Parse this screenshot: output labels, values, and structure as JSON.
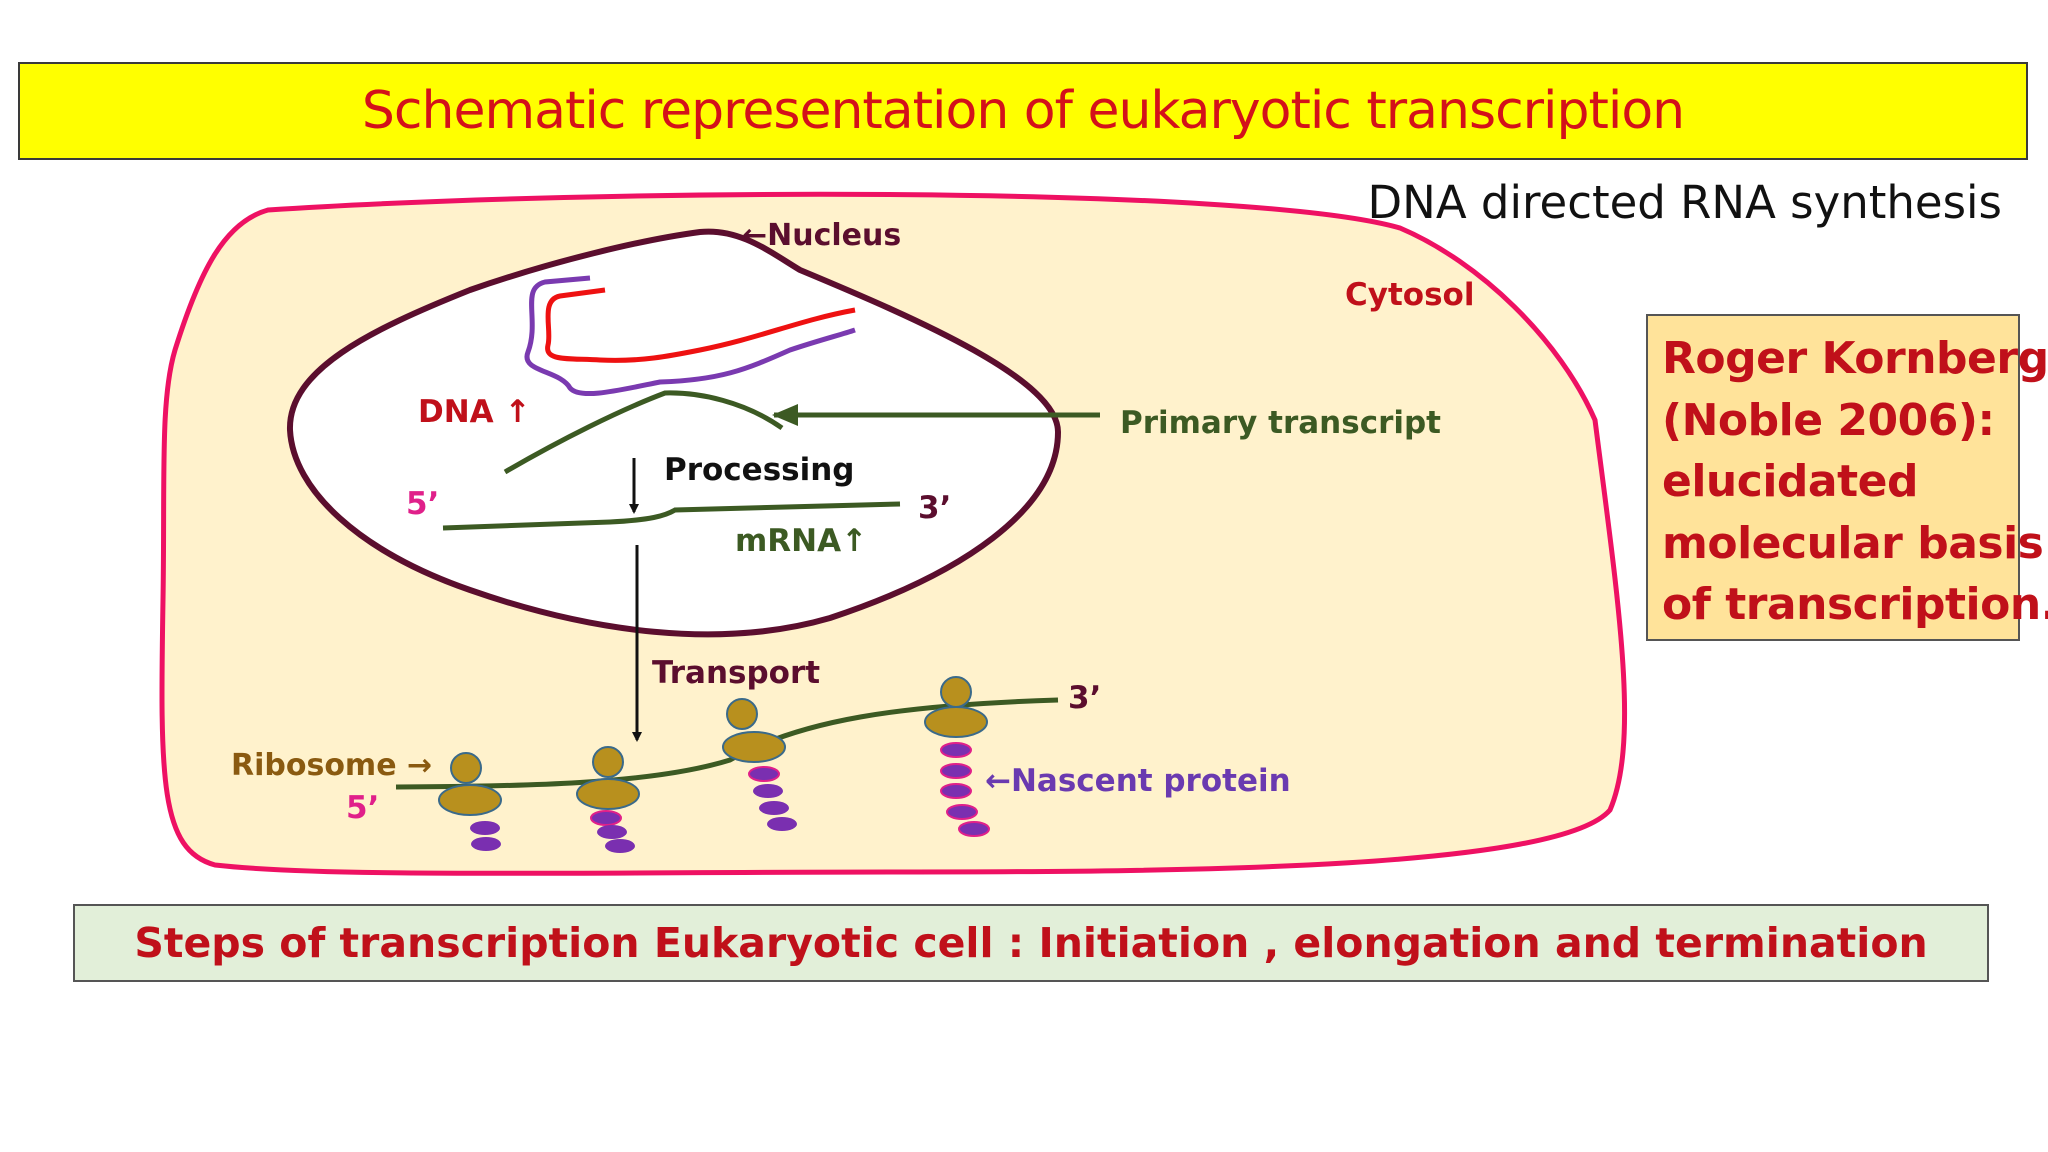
{
  "title": "Schematic representation of eukaryotic transcription",
  "subtitle": "DNA directed RNA synthesis",
  "labels": {
    "nucleus": "←Nucleus",
    "cytosol": "Cytosol",
    "dna": "DNA ↑",
    "primary_transcript": "Primary transcript",
    "processing": "Processing",
    "mrna_5": "5’",
    "mrna_3": "3’",
    "mrna": "mRNA↑",
    "transport": "Transport",
    "ribosome": "Ribosome →",
    "poly_5": "5’",
    "poly_3": "3’",
    "nascent_protein": "←Nascent protein"
  },
  "kornberg": {
    "lines": [
      "Roger Kornberg",
      "(Noble 2006):",
      "elucidated",
      "molecular basis",
      "of transcription."
    ]
  },
  "steps": "Steps of transcription Eukaryotic cell : Initiation , elongation and termination",
  "colors": {
    "title_bg": "#ffff00",
    "title_text": "#d3111a",
    "cell_fill": "#fff2cc",
    "cell_border": "#ee1163",
    "nucleus_border": "#5b0e2e",
    "dna_strand_1": "#ee1111",
    "dna_strand_2": "#7a3ab0",
    "rna": "#3c5a23",
    "ribosome": "#b8901e",
    "protein_bead": "#7a2fb0",
    "protein_bead_edge": "#e0208a"
  }
}
